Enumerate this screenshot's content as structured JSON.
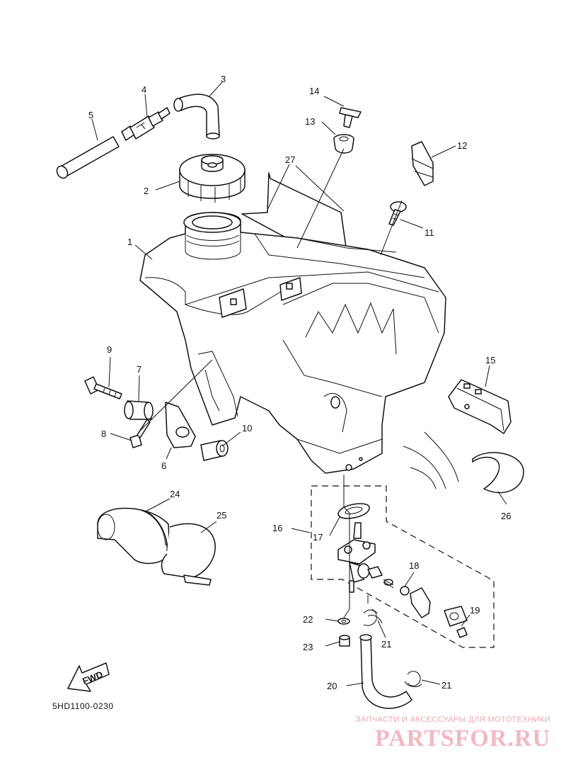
{
  "diagram": {
    "code": "5HD1100-0230",
    "fwd_label": "FWD",
    "callouts": [
      {
        "id": "c1",
        "label": "1"
      },
      {
        "id": "c2",
        "label": "2"
      },
      {
        "id": "c3",
        "label": "3"
      },
      {
        "id": "c4",
        "label": "4"
      },
      {
        "id": "c5",
        "label": "5"
      },
      {
        "id": "c6",
        "label": "6"
      },
      {
        "id": "c7",
        "label": "7"
      },
      {
        "id": "c8",
        "label": "8"
      },
      {
        "id": "c9",
        "label": "9"
      },
      {
        "id": "c10",
        "label": "10"
      },
      {
        "id": "c11",
        "label": "11"
      },
      {
        "id": "c12",
        "label": "12"
      },
      {
        "id": "c13",
        "label": "13"
      },
      {
        "id": "c14",
        "label": "14"
      },
      {
        "id": "c15",
        "label": "15"
      },
      {
        "id": "c16",
        "label": "16"
      },
      {
        "id": "c17",
        "label": "17"
      },
      {
        "id": "c18",
        "label": "18"
      },
      {
        "id": "c19",
        "label": "19"
      },
      {
        "id": "c20",
        "label": "20"
      },
      {
        "id": "c21a",
        "label": "21"
      },
      {
        "id": "c21b",
        "label": "21"
      },
      {
        "id": "c22",
        "label": "22"
      },
      {
        "id": "c23",
        "label": "23"
      },
      {
        "id": "c24",
        "label": "24"
      },
      {
        "id": "c25",
        "label": "25"
      },
      {
        "id": "c26",
        "label": "26"
      },
      {
        "id": "c27",
        "label": "27"
      }
    ]
  },
  "watermark": {
    "tagline": "ЗАПЧАСТИ И АКСЕССУАРЫ ДЛЯ МОТОТЕХНИКИ",
    "brand": "PARTSFOR.RU",
    "color": "#f2b8c1"
  }
}
